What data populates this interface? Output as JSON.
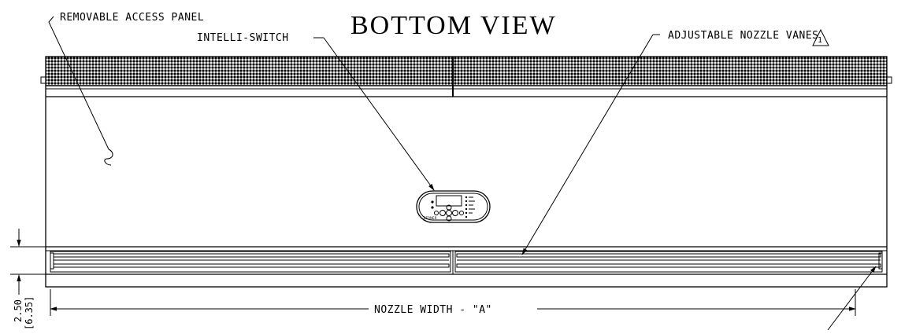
{
  "title": "BOTTOM VIEW",
  "callouts": {
    "removable_access_panel": "REMOVABLE ACCESS PANEL",
    "intelli_switch": "INTELLI-SWITCH",
    "adjustable_nozzle_vanes": "ADJUSTABLE NOZZLE VANES",
    "revision_number": "1"
  },
  "dimensions": {
    "nozzle_width": "NOZZLE WIDTH - \"A\"",
    "vane_offset_in": "2.50",
    "vane_offset_mm": "[6.35]"
  },
  "controller": {
    "brand": "BERNER"
  }
}
